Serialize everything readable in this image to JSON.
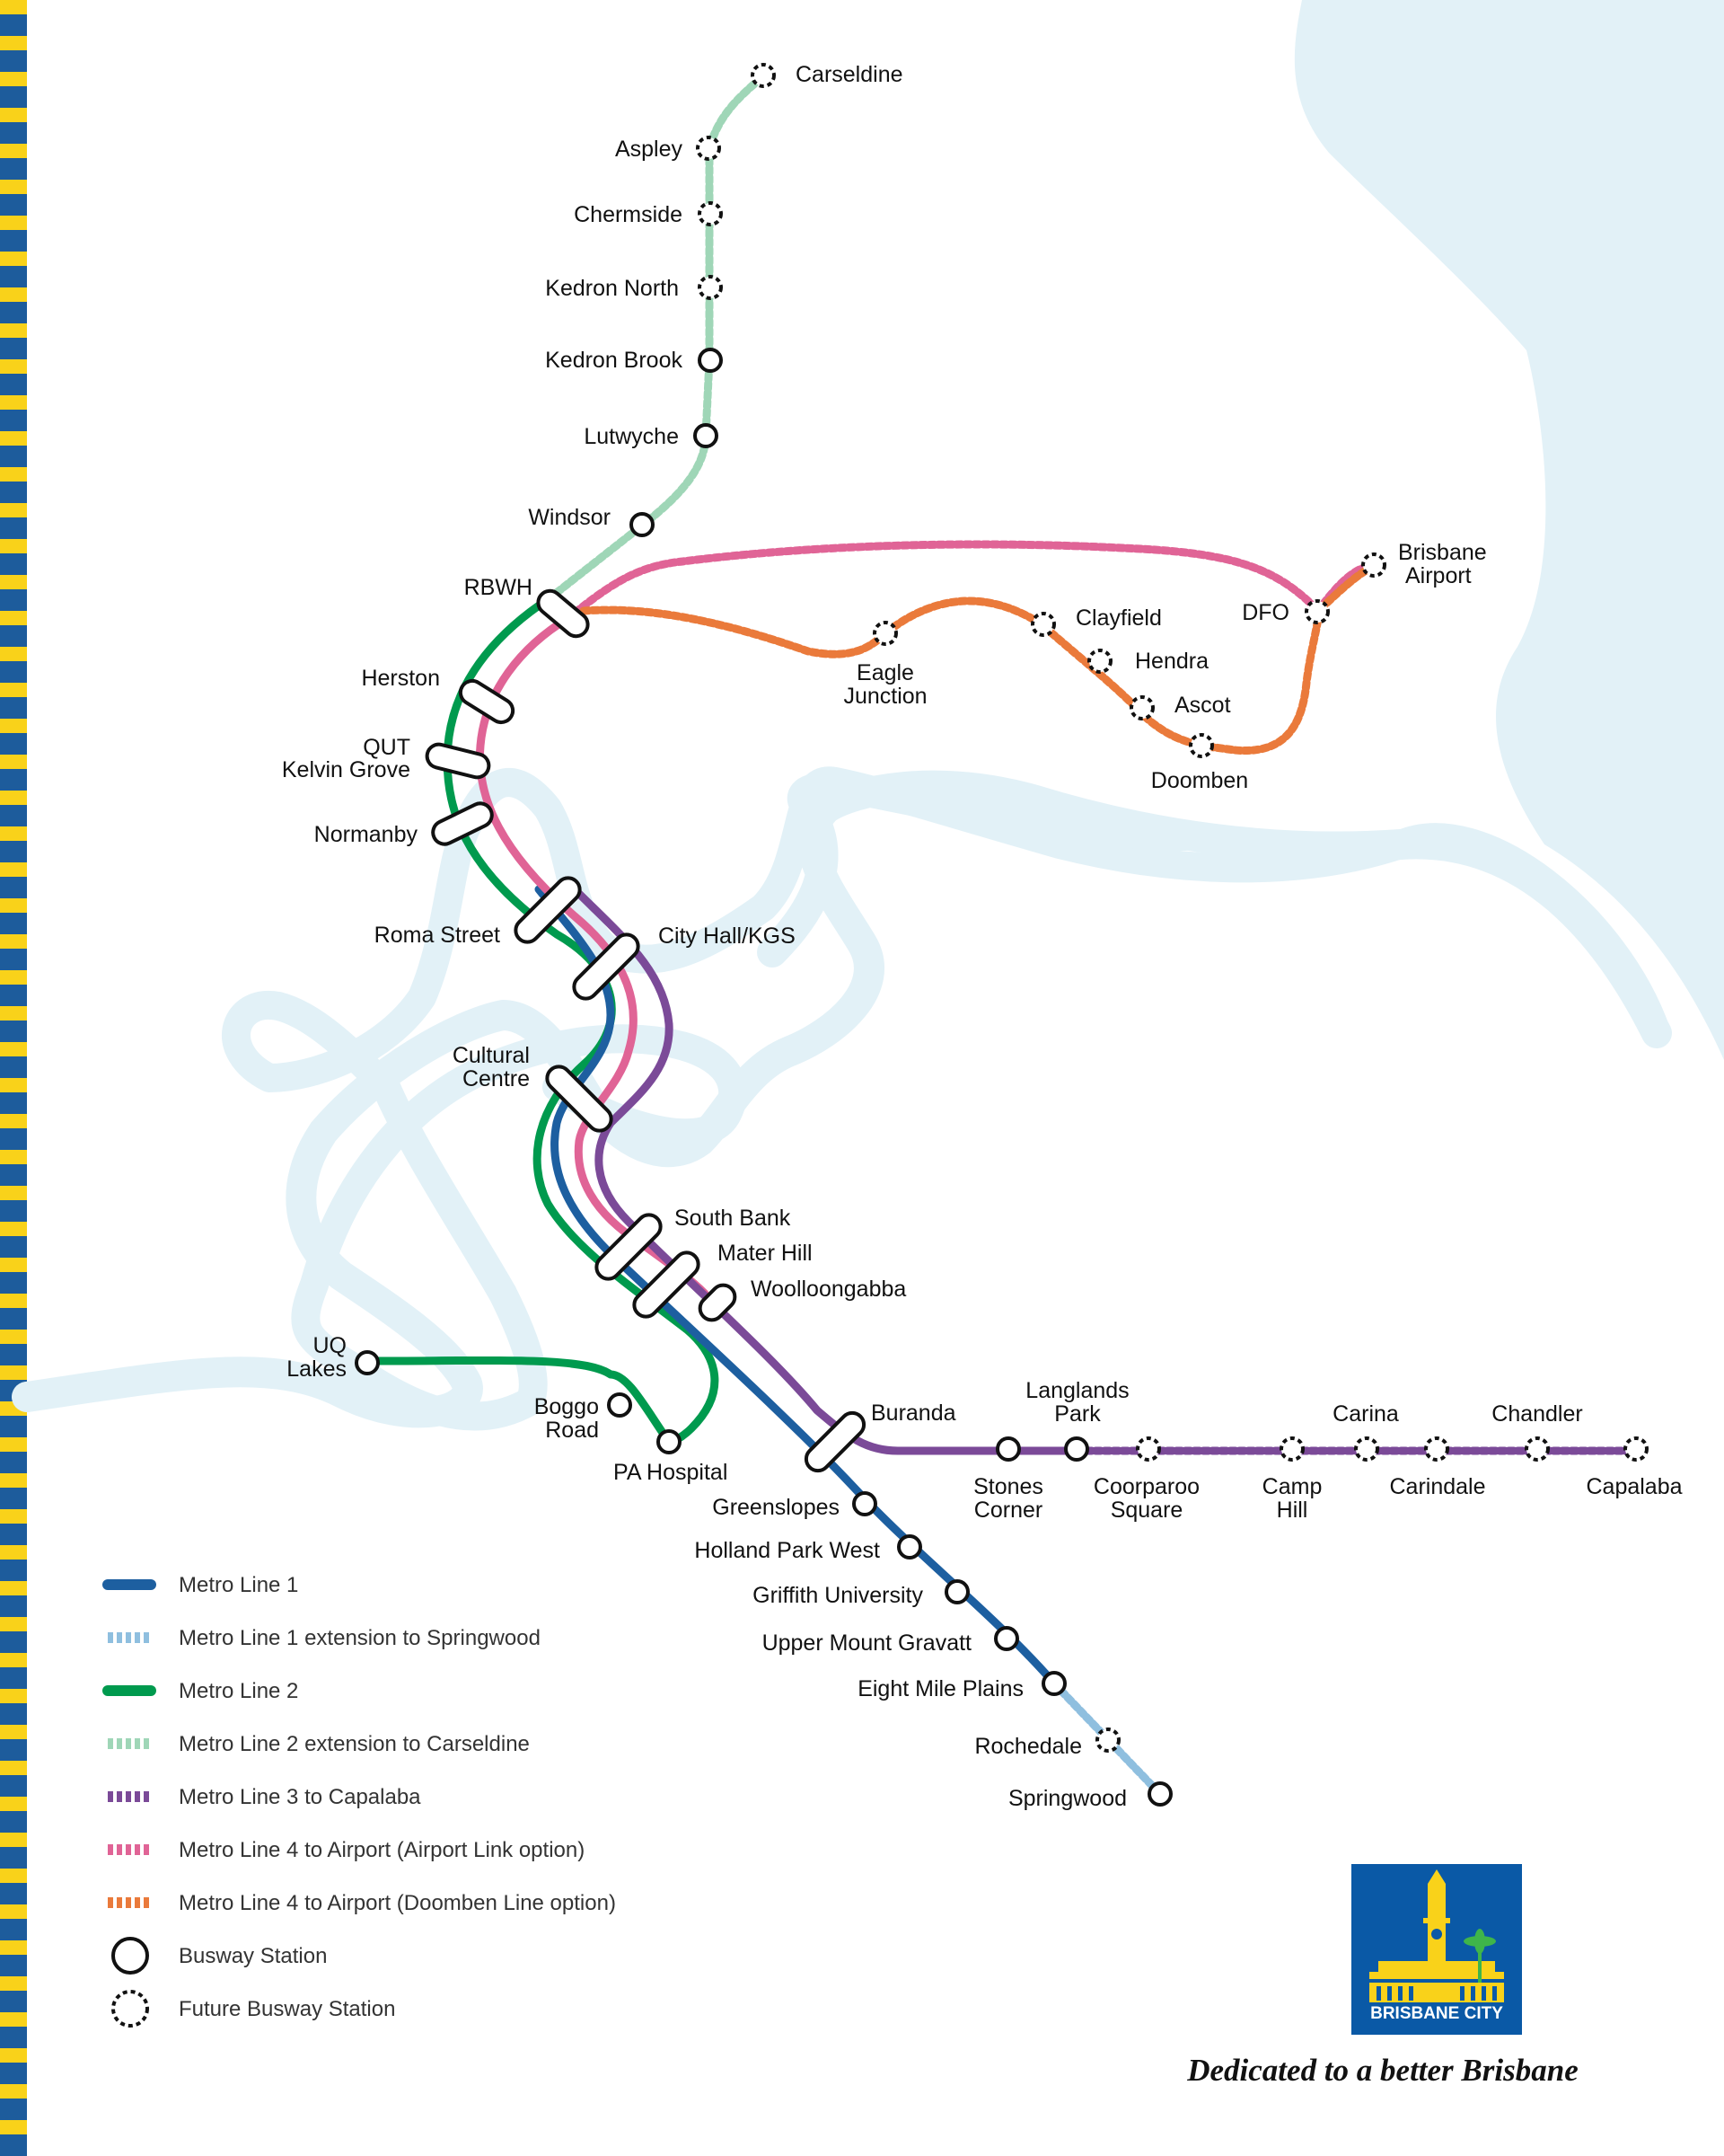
{
  "colors": {
    "line1": "#1d5fa0",
    "line1_ext": "#8fbfdf",
    "line2": "#009a4e",
    "line2_ext": "#9fd6b7",
    "line3": "#7b4a98",
    "line4_airport_link": "#e06496",
    "line4_doomben": "#ea7a3b",
    "river": "#e2f1f7",
    "stripe_yellow": "#f9d21a",
    "stripe_blue": "#1d5c9c",
    "logo_blue": "#0a59a6"
  },
  "stations": {
    "carseldine": "Carseldine",
    "aspley": "Aspley",
    "chermside": "Chermside",
    "kedron_north": "Kedron North",
    "kedron_brook": "Kedron Brook",
    "lutwyche": "Lutwyche",
    "windsor": "Windsor",
    "rbwh": "RBWH",
    "herston": "Herston",
    "qut_1": "QUT",
    "qut_2": "Kelvin Grove",
    "normanby": "Normanby",
    "roma_street": "Roma Street",
    "city_hall": "City Hall/KGS",
    "cultural_1": "Cultural",
    "cultural_2": "Centre",
    "south_bank": "South Bank",
    "mater_hill": "Mater Hill",
    "woolloongabba": "Woolloongabba",
    "uq_1": "UQ",
    "uq_2": "Lakes",
    "boggo_1": "Boggo",
    "boggo_2": "Road",
    "pa_hospital": "PA Hospital",
    "buranda": "Buranda",
    "greenslopes": "Greenslopes",
    "holland_park_west": "Holland Park West",
    "griffith": "Griffith University",
    "upper_mount_gravatt": "Upper Mount Gravatt",
    "eight_mile_plains": "Eight Mile Plains",
    "rochedale": "Rochedale",
    "springwood": "Springwood",
    "stones_1": "Stones",
    "stones_2": "Corner",
    "langlands_1": "Langlands",
    "langlands_2": "Park",
    "coorparoo_1": "Coorparoo",
    "coorparoo_2": "Square",
    "camp_1": "Camp",
    "camp_2": "Hill",
    "carina": "Carina",
    "carindale": "Carindale",
    "chandler": "Chandler",
    "capalaba": "Capalaba",
    "eagle_1": "Eagle",
    "eagle_2": "Junction",
    "clayfield": "Clayfield",
    "hendra": "Hendra",
    "ascot": "Ascot",
    "doomben": "Doomben",
    "dfo": "DFO",
    "airport_1": "Brisbane",
    "airport_2": "Airport"
  },
  "legend": {
    "metro1": "Metro Line 1",
    "metro1_ext": "Metro Line 1 extension to Springwood",
    "metro2": "Metro Line 2",
    "metro2_ext": "Metro Line 2 extension to Carseldine",
    "metro3": "Metro Line 3 to Capalaba",
    "metro4_link": "Metro Line 4 to Airport (Airport Link option)",
    "metro4_doomben": "Metro Line 4 to Airport (Doomben Line option)",
    "busway": "Busway Station",
    "future_busway": "Future Busway Station"
  },
  "logo": {
    "text": "BRISBANE CITY",
    "icon": "city-hall-clock-tower-palm-icon"
  },
  "tagline": "Dedicated to a better Brisbane"
}
